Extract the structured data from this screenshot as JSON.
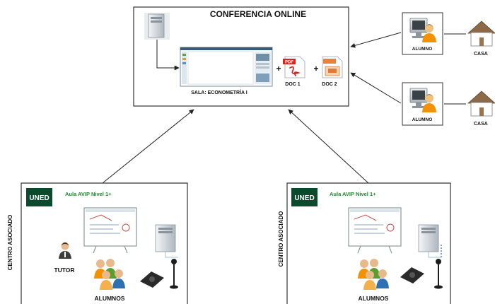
{
  "conference": {
    "title": "CONFERENCIA ONLINE",
    "room_label": "SALA: ECONOMETRÍA I",
    "plus_sign": "+",
    "pdf_icon_text": "PDF",
    "doc1_label": "DOC 1",
    "doc2_label": "DOC 2"
  },
  "remote": [
    {
      "student_label": "ALUMNO",
      "home_label": "CASA"
    },
    {
      "student_label": "ALUMNO",
      "home_label": "CASA"
    }
  ],
  "centers": [
    {
      "side_label": "CENTRO ASOCIADO",
      "logo_text": "UNED",
      "classroom_title": "Aula AVIP  Nivel 1+",
      "tutor_label": "TUTOR",
      "students_label": "ALUMNOS"
    },
    {
      "side_label": "CENTRO ASOCIADO",
      "logo_text": "UNED",
      "classroom_title": "Aula AVIP  Nivel 1+",
      "students_label": "ALUMNOS"
    }
  ],
  "colors": {
    "uned_green": "#0b4a2c",
    "aula_green": "#1a8a2a",
    "person_orange": "#f39200",
    "person_green": "#5a9e32",
    "person_blue": "#2f6fb3",
    "pdf_red": "#d6241f",
    "house_wall": "#ffffff",
    "house_roof": "#8c6a48"
  }
}
